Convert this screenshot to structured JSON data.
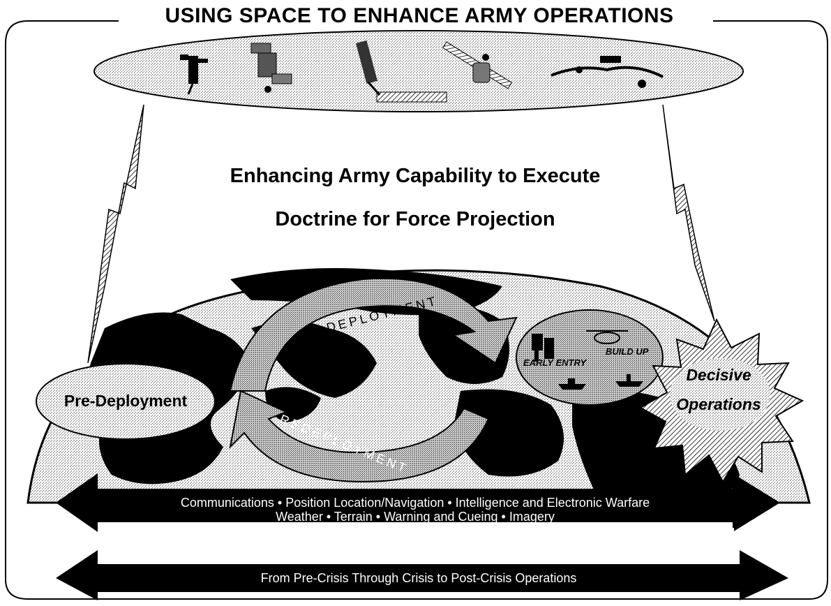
{
  "title": "USING SPACE TO ENHANCE ARMY OPERATIONS",
  "heading": {
    "line1": "Enhancing Army Capability to Execute",
    "line2": "Doctrine for Force Projection"
  },
  "phases": {
    "pre_deployment": "Pre-Deployment",
    "deployment": "DEPLOYMENT",
    "redeployment": "REDEPLOYMENT",
    "early_entry": "EARLY ENTRY",
    "build_up": "BUILD UP",
    "decisive_line1": "Decisive",
    "decisive_line2": "Operations"
  },
  "capabilities": {
    "line1": "Communications • Position Location/Navigation • Intelligence and Electronic Warfare",
    "line2": "Weather • Terrain • Warning and  Cueing • Imagery"
  },
  "timeline": "From Pre-Crisis Through Crisis to Post-Crisis Operations",
  "icons": [
    "satellite-icon",
    "satellite-icon",
    "satellite-icon",
    "satellite-icon",
    "aircraft-icon",
    "soldier-icon",
    "helicopter-icon",
    "ship-icon",
    "starburst-icon"
  ],
  "colors": {
    "ink": "#000000",
    "paper": "#ffffff",
    "stipple": "#b8b8b8"
  }
}
